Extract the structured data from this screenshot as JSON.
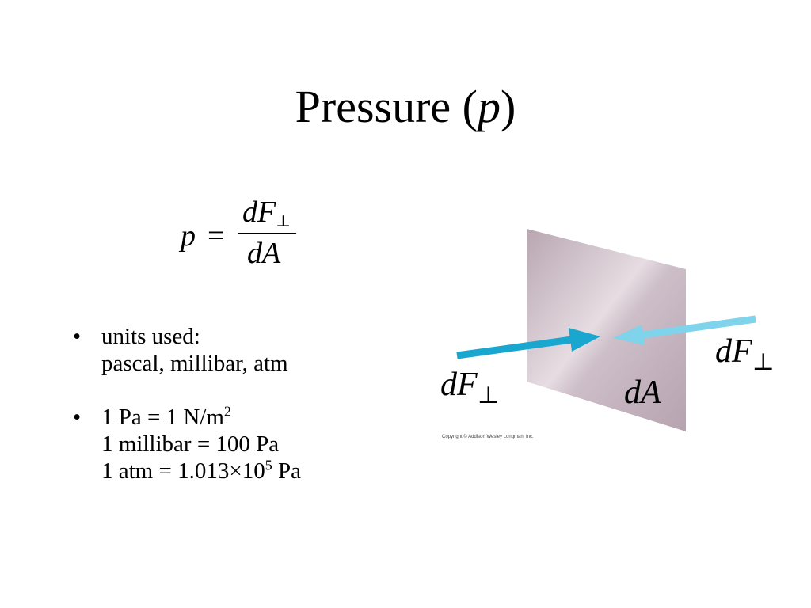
{
  "title": {
    "text": "Pressure (",
    "var": "p",
    "close": ")"
  },
  "formula": {
    "lhs": "p",
    "eq": "=",
    "numerator": "dF",
    "numerator_sub": "⊥",
    "denominator": "dA"
  },
  "bullets": [
    {
      "lines": [
        "units used:",
        "pascal, millibar, atm"
      ]
    },
    {
      "line1_prefix": "1 Pa = 1 N/m",
      "line1_sup": "2",
      "line2": "1 millibar = 100 Pa",
      "line3_prefix": "1 atm = 1.013×10",
      "line3_sup": "5",
      "line3_suffix": " Pa"
    }
  ],
  "figure": {
    "label_left": "dF",
    "label_left_sub": "⊥",
    "label_right": "dF",
    "label_right_sub": "⊥",
    "label_area": "dA",
    "copyright": "Copyright © Addison Wesley Longman, Inc.",
    "colors": {
      "arrow_dark": "#1aa7cf",
      "arrow_light": "#7fd3ea",
      "plate": "#c9b9c3"
    }
  },
  "bullet_symbol": "•"
}
